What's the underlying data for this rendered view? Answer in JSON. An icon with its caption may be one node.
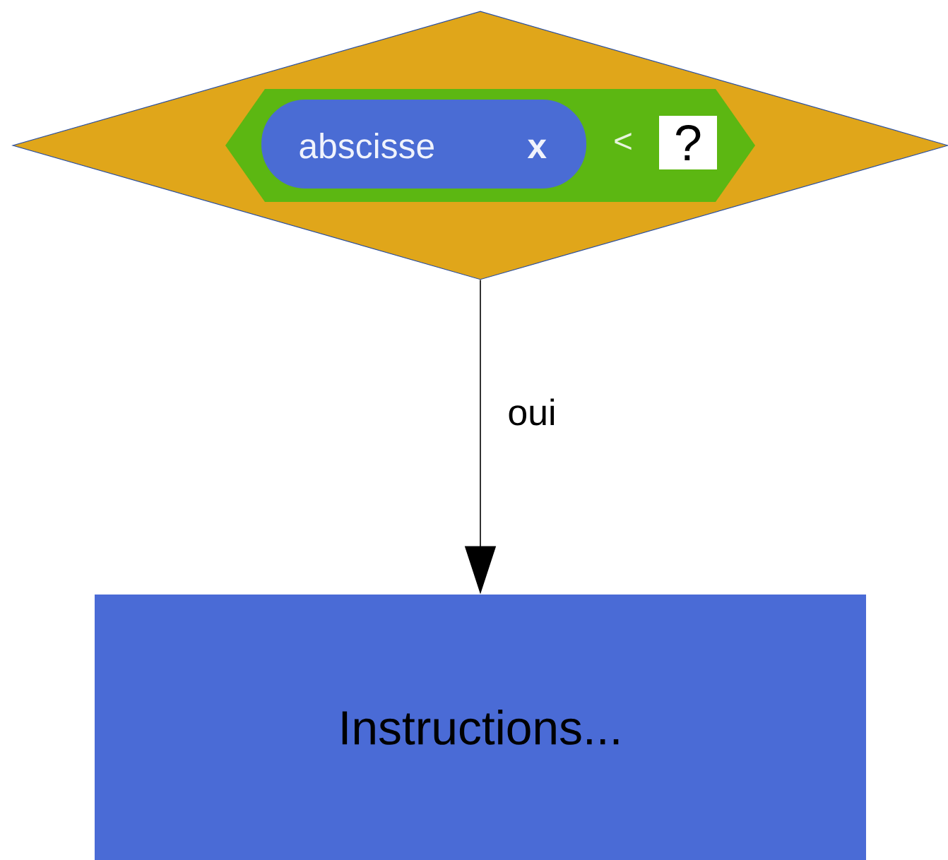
{
  "diagram": {
    "nodes": [
      {
        "text": [],
        "shape": "diamond"
      },
      {
        "text": [
          "<"
        ],
        "in": 0
      },
      {
        "text": [
          "abscisse",
          "x"
        ],
        "in": 1
      },
      {
        "text": [
          "?"
        ],
        "in": 1
      },
      {
        "text": [
          "Instructions..."
        ]
      }
    ],
    "edges": [
      {
        "from": 0,
        "to": 4,
        "arrow": "to",
        "label": "oui"
      }
    ]
  }
}
